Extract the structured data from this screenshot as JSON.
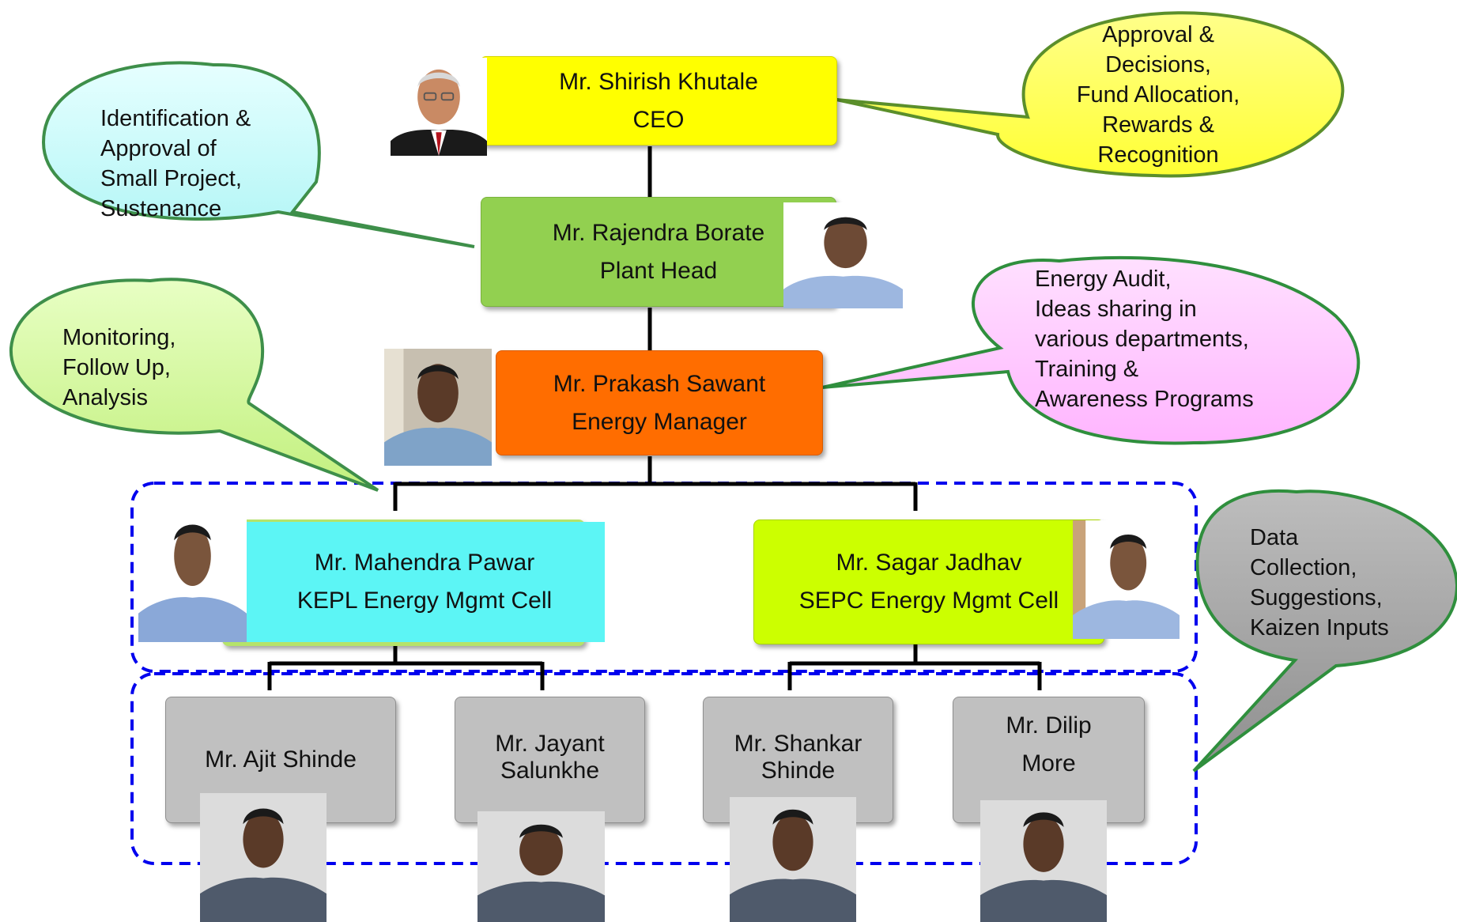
{
  "org_chart": {
    "ceo": {
      "name": "Mr. Shirish Khutale",
      "role": "CEO"
    },
    "plant_head": {
      "name": "Mr. Rajendra Borate",
      "role": "Plant Head"
    },
    "energy_manager": {
      "name": "Mr. Prakash Sawant",
      "role": "Energy Manager"
    },
    "kepl_cell": {
      "name": "Mr. Mahendra Pawar",
      "role": "KEPL Energy Mgmt Cell"
    },
    "sepc_cell": {
      "name": "Mr. Sagar Jadhav",
      "role": "SEPC Energy Mgmt Cell"
    },
    "staff": [
      {
        "line1": "Mr. Ajit Shinde",
        "line2": ""
      },
      {
        "line1": "Mr. Jayant",
        "line2": "Salunkhe"
      },
      {
        "line1": "Mr. Shankar",
        "line2": "Shinde"
      },
      {
        "line1": "Mr. Dilip",
        "line2": "More"
      }
    ]
  },
  "callouts": {
    "ceo": [
      "Approval &",
      "Decisions,",
      "Fund Allocation,",
      "Rewards &",
      "Recognition"
    ],
    "plant_head": [
      "Identification &",
      "Approval of",
      "Small Project,",
      "Sustenance"
    ],
    "energy_manager": [
      "Energy Audit,",
      "Ideas sharing in",
      "various departments,",
      "Training  &",
      "Awareness Programs"
    ],
    "cell": [
      "Monitoring,",
      "Follow Up,",
      "Analysis"
    ],
    "staff": [
      "Data",
      "Collection,",
      "Suggestions,",
      "Kaizen Inputs"
    ]
  },
  "colors": {
    "ceo_box": "#ffff00",
    "plant_box": "#92d050",
    "energy_box": "#ff6d00",
    "kepl_box": "#5cf5f5",
    "sepc_box": "#ccff00",
    "staff_box": "#c0c0c0",
    "callout_yellow": "#ffff66",
    "callout_cyan": "#ccffff",
    "callout_pink": "#ffccff",
    "callout_green": "#ccff99",
    "callout_gray": "#a6a6a6",
    "group_border": "#0000ee"
  }
}
